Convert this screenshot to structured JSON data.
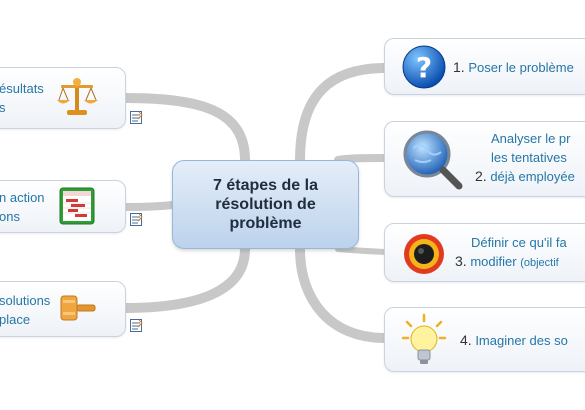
{
  "center": {
    "title": "7 étapes de la résolution de problème"
  },
  "steps": [
    {
      "num": "1.",
      "lines": [
        "Poser le problème"
      ]
    },
    {
      "num": "2.",
      "lines": [
        "Analyser le pr",
        "les tentatives",
        "déjà employée"
      ]
    },
    {
      "num": "3.",
      "lines": [
        "Définir ce qu'il fa",
        "modifier"
      ],
      "extra": "(objectif"
    },
    {
      "num": "4.",
      "lines": [
        "Imaginer des so"
      ]
    }
  ],
  "left_branches": [
    {
      "lines": [
        "ésultats",
        "s"
      ]
    },
    {
      "lines": [
        "n action",
        "ons"
      ]
    },
    {
      "lines": [
        "solutions",
        "place"
      ]
    }
  ],
  "icons": {
    "step1": "question-mark-icon",
    "step2": "magnifier-globe-icon",
    "step3": "target-icon",
    "step4": "lightbulb-icon",
    "left1": "balance-scale-icon",
    "left2": "gantt-chart-icon",
    "left3": "gavel-icon",
    "note": "note-icon"
  },
  "colors": {
    "link": "#2577a6",
    "connector": "#c8c8c8",
    "center_fill": "#c9dcf1"
  }
}
